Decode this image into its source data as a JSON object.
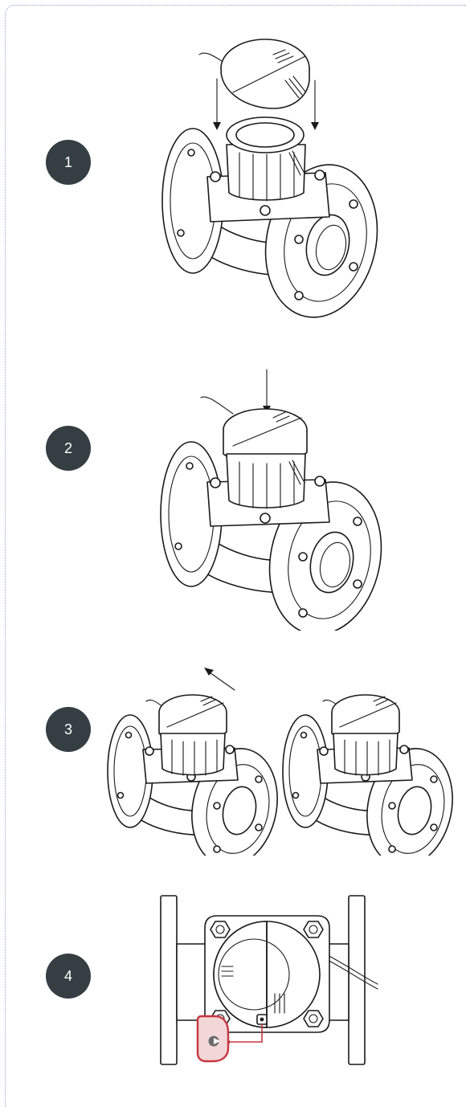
{
  "steps": [
    {
      "number": "1"
    },
    {
      "number": "2"
    },
    {
      "number": "3"
    },
    {
      "number": "4"
    }
  ],
  "colors": {
    "badge": "#343e43",
    "ink": "#1a1a1a",
    "seal_highlight": "#c8363f",
    "border_dotted": "#8fa3c4"
  },
  "icons": {
    "arrow": "arrow-icon",
    "seal": "seal-icon"
  }
}
